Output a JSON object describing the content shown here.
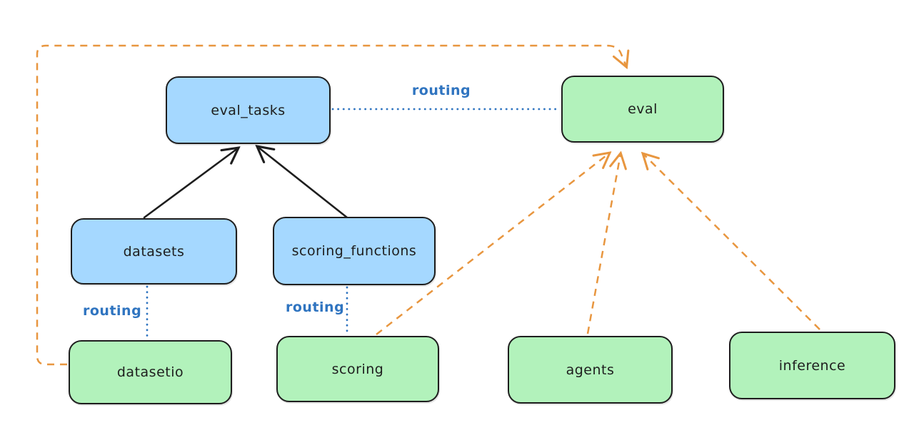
{
  "diagram_title": "",
  "colors": {
    "node_stroke": "#1e1e1e",
    "blue_fill": "#a5d8ff",
    "green_fill": "#b2f2bb",
    "routing_blue": "#2f74c0",
    "orange": "#e8963f",
    "canvas_bg": "#ffffff",
    "label_text": "#1e1e1e"
  },
  "nodes": [
    {
      "id": "eval_tasks",
      "label": "eval_tasks",
      "fill": "blue"
    },
    {
      "id": "eval",
      "label": "eval",
      "fill": "green"
    },
    {
      "id": "datasets",
      "label": "datasets",
      "fill": "blue"
    },
    {
      "id": "scoring_functions",
      "label": "scoring_functions",
      "fill": "blue"
    },
    {
      "id": "datasetio",
      "label": "datasetio",
      "fill": "green"
    },
    {
      "id": "scoring",
      "label": "scoring",
      "fill": "green"
    },
    {
      "id": "agents",
      "label": "agents",
      "fill": "green"
    },
    {
      "id": "inference",
      "label": "inference",
      "fill": "green"
    }
  ],
  "connections": [
    {
      "from": "datasets",
      "to": "eval_tasks",
      "type": "solid-arrow",
      "color": "black",
      "label": ""
    },
    {
      "from": "scoring_functions",
      "to": "eval_tasks",
      "type": "solid-arrow",
      "color": "black",
      "label": ""
    },
    {
      "from": "eval_tasks",
      "to": "eval",
      "type": "dotted-line",
      "color": "blue",
      "label": "routing"
    },
    {
      "from": "datasets",
      "to": "datasetio",
      "type": "dotted-line",
      "color": "blue",
      "label": "routing"
    },
    {
      "from": "scoring_functions",
      "to": "scoring",
      "type": "dotted-line",
      "color": "blue",
      "label": "routing"
    },
    {
      "from": "datasetio",
      "to": "eval",
      "type": "dashed-arrow",
      "color": "orange",
      "label": ""
    },
    {
      "from": "scoring",
      "to": "eval",
      "type": "dashed-arrow",
      "color": "orange",
      "label": ""
    },
    {
      "from": "agents",
      "to": "eval",
      "type": "dashed-arrow",
      "color": "orange",
      "label": ""
    },
    {
      "from": "inference",
      "to": "eval",
      "type": "dashed-arrow",
      "color": "orange",
      "label": ""
    }
  ]
}
